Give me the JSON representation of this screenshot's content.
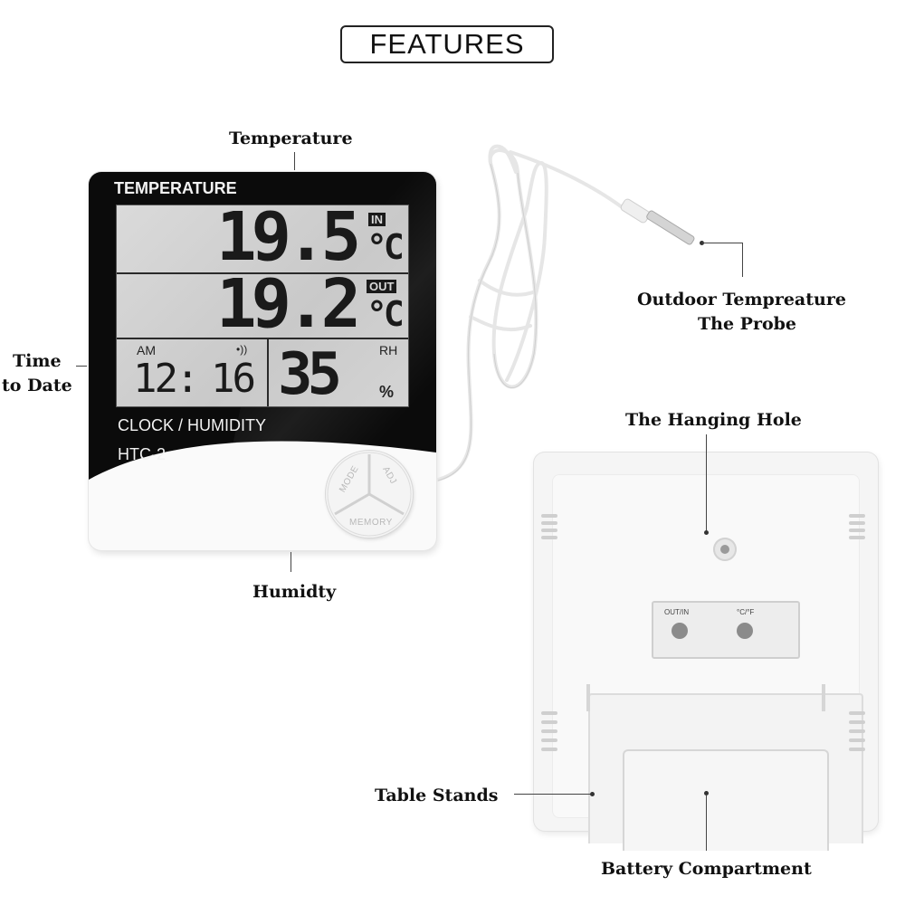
{
  "title": "FEATURES",
  "labels": {
    "temperature": "Temperature",
    "time_line1": "Time",
    "time_line2": "to Date",
    "humidity": "Humidty",
    "probe_line1": "Outdoor Tempreature",
    "probe_line2": "The Probe",
    "hanging_hole": "The Hanging Hole",
    "table_stands": "Table Stands",
    "battery": "Battery Compartment"
  },
  "device": {
    "header": "TEMPERATURE",
    "in_badge": "IN",
    "indoor_temp": "19.5",
    "unit_c": "°C",
    "out_badge": "OUT",
    "outdoor_temp": "19.2",
    "am": "AM",
    "signal": "•))",
    "time_hour": "12:",
    "time_min": "16",
    "rh": "RH",
    "humidity": "35",
    "percent": "%",
    "footer_line1": "CLOCK / HUMIDITY",
    "footer_line2": "HTC-2",
    "btn_mode": "MODE",
    "btn_adj": "ADJ",
    "btn_memory": "MEMORY"
  },
  "back": {
    "switch_left": "OUT/IN",
    "switch_right": "°C/°F"
  }
}
